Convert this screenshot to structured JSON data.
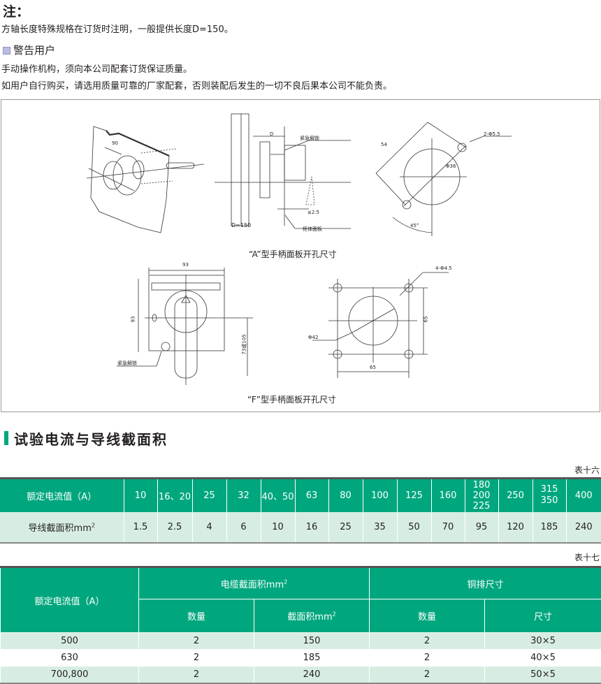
{
  "notes": {
    "title": "注：",
    "line1": "方轴长度特殊规格在订货时注明，一般提供长度D=150。"
  },
  "warning": {
    "title": "警告用户",
    "line1": "手动操作机构，须向本公司配套订货保证质量。",
    "line2": "如用户自行购买，请选用质量可靠的厂家配套，否则装配后发生的一切不良后果本公司不能负责。"
  },
  "diagram": {
    "a_labels": {
      "dim90": "90",
      "D": "D",
      "emergency_unlock": "紧急解锁",
      "le25": "≤2.5",
      "d150": "D=150",
      "cabinet_panel": "柜体面板",
      "dim54": "54",
      "holes": "2-Φ5.5",
      "dia36": "Φ36",
      "angle45": "45°"
    },
    "a_caption": "“A”型手柄面板开孔尺寸",
    "f_labels": {
      "width93": "93",
      "height93": "93",
      "len": "73或105",
      "emergency_unlock": "紧急解锁",
      "holes": "4-Φ4.5",
      "dia42": "Φ42",
      "h65": "65",
      "w65": "65"
    },
    "f_caption": "“F”型手柄面板开孔尺寸"
  },
  "section": {
    "title": "试验电流与导线截面积"
  },
  "table16": {
    "label": "表十六",
    "row1_header": "额定电流值（A）",
    "row1": [
      "10",
      "16、20",
      "25",
      "32",
      "40、50",
      "63",
      "80",
      "100",
      "125",
      "160",
      "180\n200\n225",
      "250",
      "315\n350",
      "400"
    ],
    "row2_header": "导线截面积mm",
    "row2_sup": "2",
    "row2": [
      "1.5",
      "2.5",
      "4",
      "6",
      "10",
      "16",
      "25",
      "35",
      "50",
      "70",
      "95",
      "120",
      "185",
      "240"
    ]
  },
  "table17": {
    "label": "表十七",
    "col_current": "额定电流值（A）",
    "group_cable": "电缆截面积mm",
    "group_cable_sup": "2",
    "group_copper": "铜排尺寸",
    "sub_qty1": "数量",
    "sub_area": "截面积mm",
    "sub_area_sup": "2",
    "sub_qty2": "数量",
    "sub_size": "尺寸",
    "rows": [
      [
        "500",
        "2",
        "150",
        "2",
        "30×5"
      ],
      [
        "630",
        "2",
        "185",
        "2",
        "40×5"
      ],
      [
        "700,800",
        "2",
        "240",
        "2",
        "50×5"
      ]
    ]
  }
}
